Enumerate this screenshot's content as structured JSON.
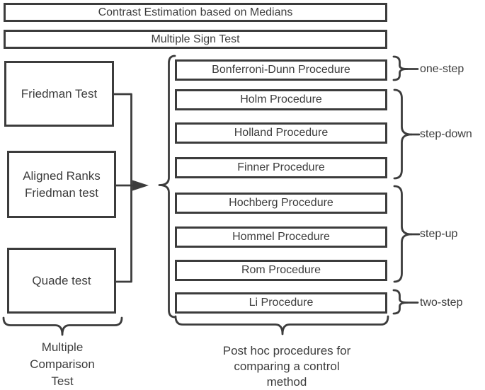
{
  "diagram": {
    "colors": {
      "stroke": "#3c3c3c",
      "text": "#3d3d3d",
      "background": "#ffffff"
    },
    "top_boxes": [
      {
        "label": "Contrast Estimation based on Medians"
      },
      {
        "label": "Multiple Sign Test"
      }
    ],
    "left_column": {
      "boxes": [
        {
          "label": "Friedman Test"
        },
        {
          "label": "Aligned Ranks Friedman test"
        },
        {
          "label": "Quade test"
        }
      ],
      "caption": "Multiple Comparison Test"
    },
    "right_column": {
      "boxes": [
        {
          "label": "Bonferroni-Dunn Procedure"
        },
        {
          "label": "Holm Procedure"
        },
        {
          "label": "Holland Procedure"
        },
        {
          "label": "Finner Procedure"
        },
        {
          "label": "Hochberg Procedure"
        },
        {
          "label": "Hommel Procedure"
        },
        {
          "label": "Rom Procedure"
        },
        {
          "label": "Li Procedure"
        }
      ],
      "caption": "Post hoc procedures for comparing a control method"
    },
    "step_type_labels": [
      {
        "label": "one-step"
      },
      {
        "label": "step-down"
      },
      {
        "label": "step-up"
      },
      {
        "label": "two-step"
      }
    ]
  }
}
